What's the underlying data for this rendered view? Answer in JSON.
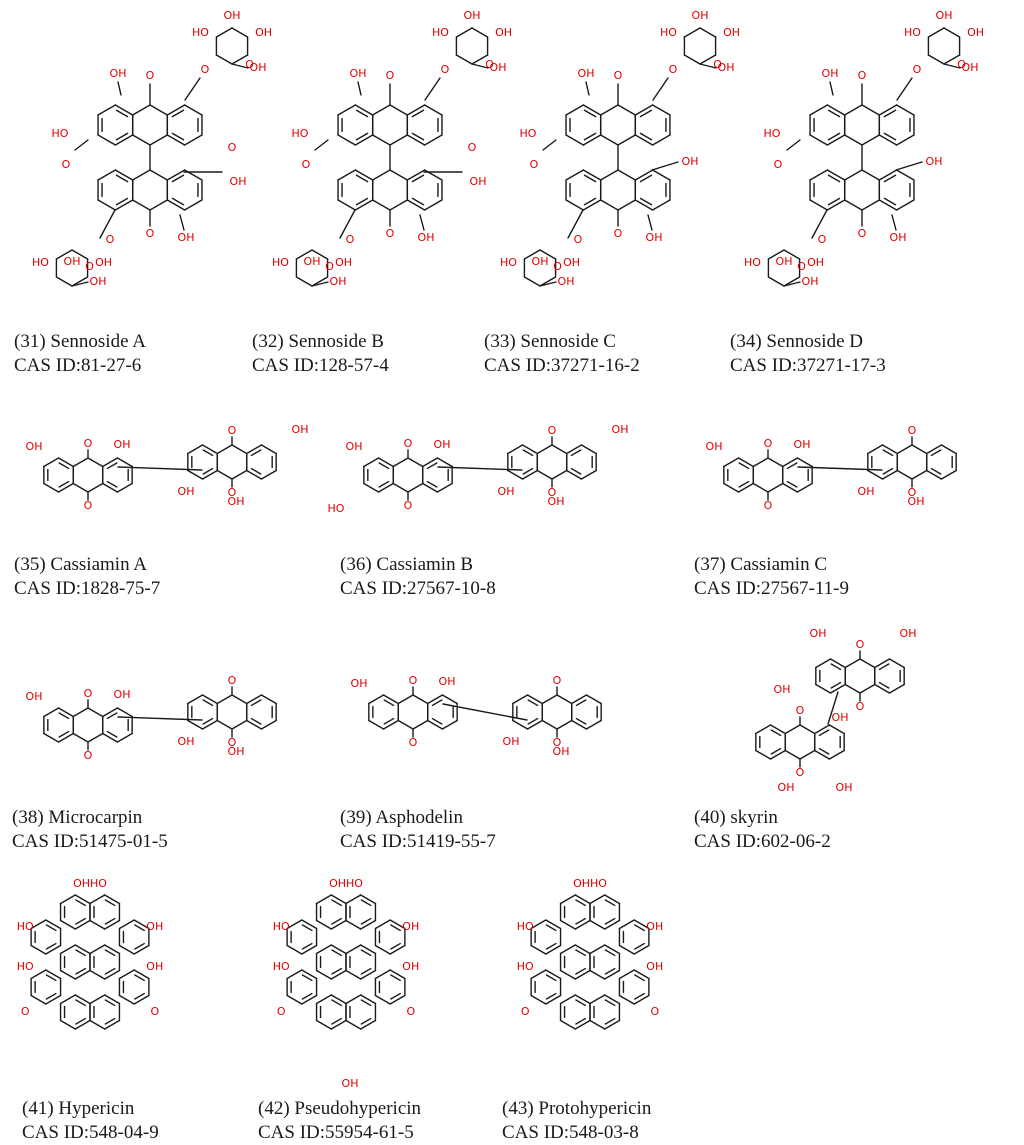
{
  "colors": {
    "heteroatom": "#e00000",
    "bond": "#1a1a1a",
    "text": "#1a1a1a",
    "background": "#ffffff"
  },
  "compounds": [
    {
      "num": "(31)",
      "name": "Sennoside A",
      "cas": "CAS ID:81-27-6"
    },
    {
      "num": "(32)",
      "name": "Sennoside B",
      "cas": "CAS ID:128-57-4"
    },
    {
      "num": "(33)",
      "name": "Sennoside C",
      "cas": "CAS ID:37271-16-2"
    },
    {
      "num": "(34)",
      "name": "Sennoside D",
      "cas": "CAS ID:37271-17-3"
    },
    {
      "num": "(35)",
      "name": "Cassiamin A",
      "cas": "CAS ID:1828-75-7"
    },
    {
      "num": "(36)",
      "name": "Cassiamin B",
      "cas": "CAS ID:27567-10-8"
    },
    {
      "num": "(37)",
      "name": "Cassiamin C",
      "cas": "CAS ID:27567-11-9"
    },
    {
      "num": "(38)",
      "name": "Microcarpin",
      "cas": "CAS ID:51475-01-5"
    },
    {
      "num": "(39)",
      "name": "Asphodelin",
      "cas": "CAS ID:51419-55-7"
    },
    {
      "num": "(40)",
      "name": "skyrin",
      "cas": "CAS ID:602-06-2"
    },
    {
      "num": "(41)",
      "name": "Hypericin",
      "cas": "CAS ID:548-04-9"
    },
    {
      "num": "(42)",
      "name": "Pseudohypericin",
      "cas": "CAS ID:55954-61-5"
    },
    {
      "num": "(43)",
      "name": "Protohypericin",
      "cas": "CAS ID:548-03-8"
    }
  ],
  "atom_labels": {
    "hydroxyl": "OH",
    "hydroxyl_left": "HO",
    "oxygen": "O"
  }
}
